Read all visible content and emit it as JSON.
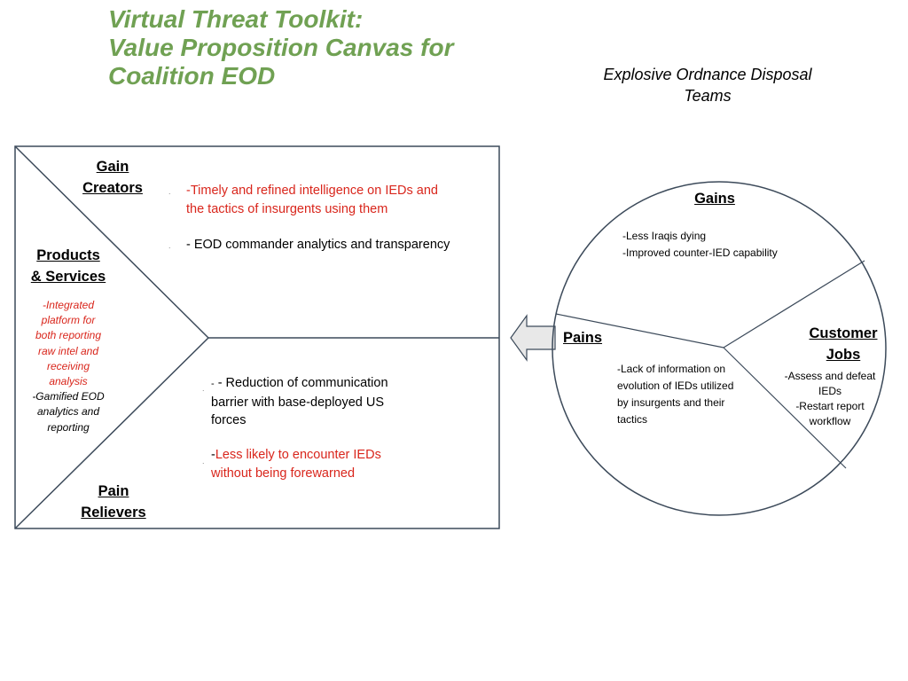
{
  "title": {
    "line1": "Virtual Threat Toolkit:",
    "line2": "Value Proposition Canvas for",
    "line3": "Coalition EOD"
  },
  "customer_segment": {
    "line1": "Explosive Ordnance Disposal",
    "line2": "Teams"
  },
  "value_map": {
    "gain_creators": {
      "heading_line1": "Gain",
      "heading_line2": "Creators",
      "item1_line1": "-Timely and refined intelligence on IEDs and",
      "item1_line2": "the tactics of insurgents using them",
      "item2": "- EOD commander analytics and transparency"
    },
    "products_services": {
      "heading_line1": "Products",
      "heading_line2": "& Services",
      "red_lines": [
        "-Integrated",
        "platform for",
        "both reporting",
        "raw intel and",
        "receiving",
        "analysis"
      ],
      "black_lines": [
        "-Gamified EOD",
        "analytics and",
        "reporting"
      ]
    },
    "pain_relievers": {
      "heading_line1": "Pain",
      "heading_line2": "Relievers",
      "item1_line1": "- Reduction of communication",
      "item1_line2": "barrier with base-deployed US",
      "item1_line3": "forces",
      "item2_dash": "-",
      "item2_line1": "Less likely to encounter IEDs",
      "item2_line2": "without being forewarned"
    }
  },
  "customer_profile": {
    "gains": {
      "heading": "Gains",
      "item1": "-Less Iraqis dying",
      "item2": "-Improved counter-IED capability"
    },
    "pains": {
      "heading": "Pains",
      "lines": [
        "-Lack of information on",
        "evolution of IEDs utilized",
        "by insurgents and their",
        "tactics"
      ]
    },
    "customer_jobs": {
      "heading_line1": "Customer",
      "heading_line2": "Jobs",
      "lines": [
        "-Assess and defeat",
        "IEDs",
        "-Restart report",
        "workflow"
      ]
    }
  },
  "colors": {
    "title": "#70a153",
    "highlight": "#d9261c",
    "lines": "#3c4a5a",
    "arrow_fill": "#e8e8e8"
  }
}
